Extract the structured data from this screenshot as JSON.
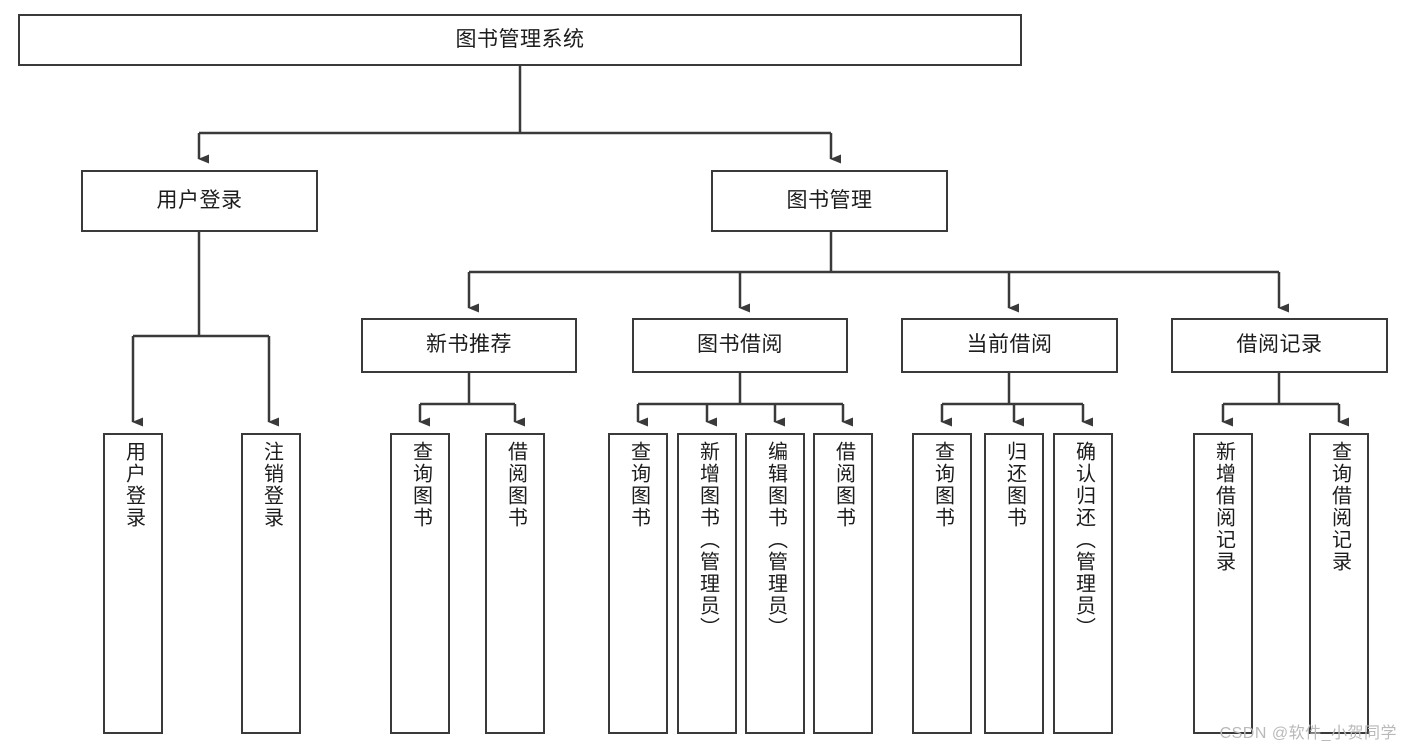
{
  "diagram": {
    "type": "hierarchy-tree",
    "title": "图书管理系统",
    "watermark": "CSDN @软件_小贺同学",
    "colors": {
      "box_border": "#3a3a3a",
      "connector": "#3a3a3a",
      "background": "#ffffff",
      "text": "#1c1c1c",
      "watermark": "#b9b9b9"
    },
    "levels": {
      "root": {
        "label": "图书管理系统"
      },
      "level2": [
        {
          "label": "用户登录"
        },
        {
          "label": "图书管理"
        }
      ],
      "level3": [
        {
          "label": "新书推荐"
        },
        {
          "label": "图书借阅"
        },
        {
          "label": "当前借阅"
        },
        {
          "label": "借阅记录"
        }
      ]
    },
    "leaves": {
      "user_login": [
        {
          "label": "用户登录"
        },
        {
          "label": "注销登录"
        }
      ],
      "new_book_recommend": [
        {
          "label": "查询图书"
        },
        {
          "label": "借阅图书"
        }
      ],
      "book_borrow": [
        {
          "label": "查询图书"
        },
        {
          "label": "新增图书（管理员）"
        },
        {
          "label": "编辑图书（管理员）"
        },
        {
          "label": "借阅图书"
        }
      ],
      "current_borrow": [
        {
          "label": "查询图书"
        },
        {
          "label": "归还图书"
        },
        {
          "label": "确认归还（管理员）"
        }
      ],
      "borrow_record": [
        {
          "label": "新增借阅记录"
        },
        {
          "label": "查询借阅记录"
        }
      ]
    }
  }
}
